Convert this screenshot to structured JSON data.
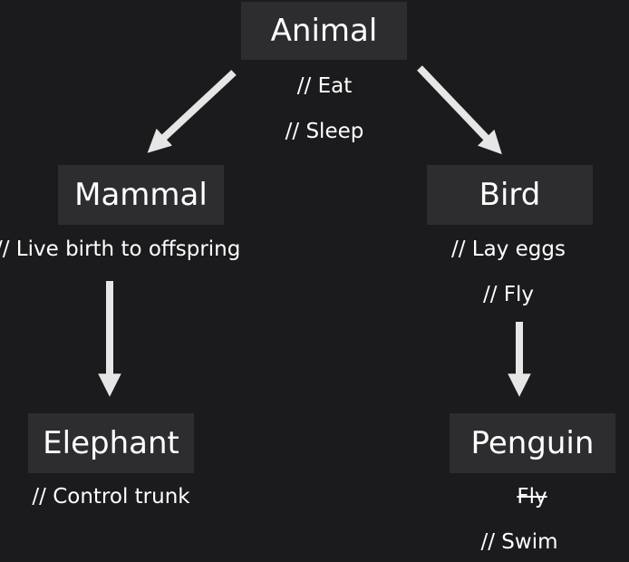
{
  "nodes": {
    "animal": {
      "label": "Animal",
      "notes": [
        "// Eat",
        "// Sleep"
      ]
    },
    "mammal": {
      "label": "Mammal",
      "notes": [
        "// Live birth to offspring"
      ]
    },
    "bird": {
      "label": "Bird",
      "notes": [
        "// Lay eggs",
        "// Fly"
      ]
    },
    "elephant": {
      "label": "Elephant",
      "notes": [
        "// Control trunk"
      ]
    },
    "penguin": {
      "label": "Penguin",
      "struck_note": "Fly",
      "notes": [
        "// Swim"
      ]
    }
  },
  "edges": [
    {
      "from": "Animal",
      "to": "Mammal"
    },
    {
      "from": "Animal",
      "to": "Bird"
    },
    {
      "from": "Mammal",
      "to": "Elephant"
    },
    {
      "from": "Bird",
      "to": "Penguin"
    }
  ],
  "colors": {
    "background": "#1b1b1d",
    "node_fill": "#2d2d30",
    "text": "#ffffff",
    "arrow": "#e6e6e6"
  }
}
